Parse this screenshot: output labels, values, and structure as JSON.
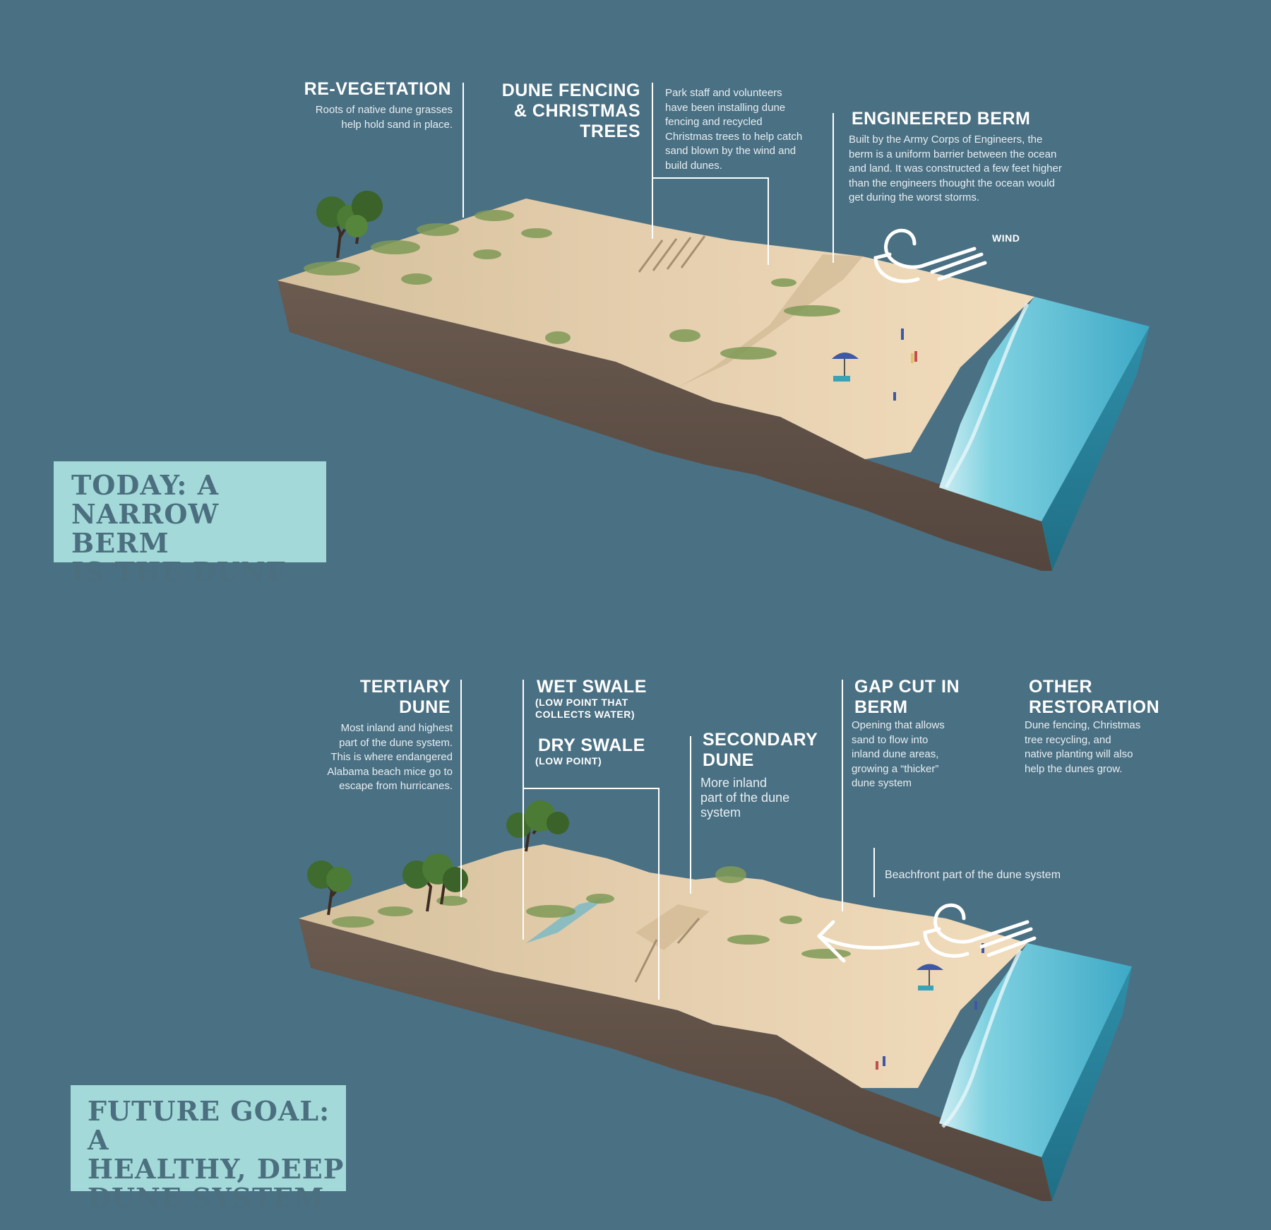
{
  "today": {
    "title_lines": [
      "TODAY: A",
      "NARROW BERM",
      "IS THE DUNE"
    ],
    "revegetation": {
      "label": "RE-VEGETATION",
      "desc_lines": [
        "Roots of native dune grasses",
        "help hold sand in place."
      ]
    },
    "dune_fencing": {
      "label_lines": [
        "DUNE FENCING",
        "& CHRISTMAS",
        "TREES"
      ],
      "desc_lines": [
        "Park staff and volunteers",
        "have been installing dune",
        "fencing and recycled",
        "Christmas trees to help catch",
        "sand blown by the wind and",
        "build dunes."
      ]
    },
    "engineered_berm": {
      "label": "ENGINEERED BERM",
      "desc_lines": [
        "Built by the Army Corps of Engineers, the",
        "berm is a uniform barrier between the ocean",
        "and land. It was constructed a few feet higher",
        "than the engineers thought the ocean would",
        "get during the worst storms."
      ]
    },
    "wind_label": "WIND"
  },
  "future": {
    "title_lines": [
      "FUTURE GOAL: A",
      "HEALTHY, DEEP",
      "DUNE SYSTEM"
    ],
    "tertiary_dune": {
      "label_lines": [
        "TERTIARY",
        "DUNE"
      ],
      "desc_lines": [
        "Most inland and highest",
        "part of the dune system.",
        "This is where endangered",
        "Alabama beach mice go to",
        "escape from hurricanes."
      ]
    },
    "wet_swale": {
      "label": "WET SWALE",
      "sub_lines": [
        "(LOW POINT THAT",
        "COLLECTS WATER)"
      ]
    },
    "dry_swale": {
      "label": "DRY SWALE",
      "sub": "(LOW POINT)"
    },
    "secondary_dune": {
      "label_lines": [
        "SECONDARY",
        "DUNE"
      ],
      "desc_lines": [
        "More inland",
        "part of the dune",
        "system"
      ]
    },
    "gap_cut": {
      "label_lines": [
        "GAP CUT IN",
        "BERM"
      ],
      "desc_lines": [
        "Opening that allows",
        "sand to flow into",
        "inland dune areas,",
        "growing a “thicker”",
        "dune system"
      ]
    },
    "other_restoration": {
      "label_lines": [
        "OTHER",
        "RESTORATION"
      ],
      "desc_lines": [
        "Dune fencing, Christmas",
        "tree recycling, and",
        "native planting will also",
        "help the dunes grow."
      ]
    },
    "beachfront_label": "Beachfront part of the dune system"
  },
  "colors": {
    "background": "#4a7083",
    "title_box": "#a3d9d8",
    "title_text": "#4b6f7f",
    "soil": "#5f5149",
    "sand": "#e6cfad",
    "vegetation": "#7f9a57",
    "water": "#4fb7cf",
    "foam": "#c6eaf1"
  }
}
